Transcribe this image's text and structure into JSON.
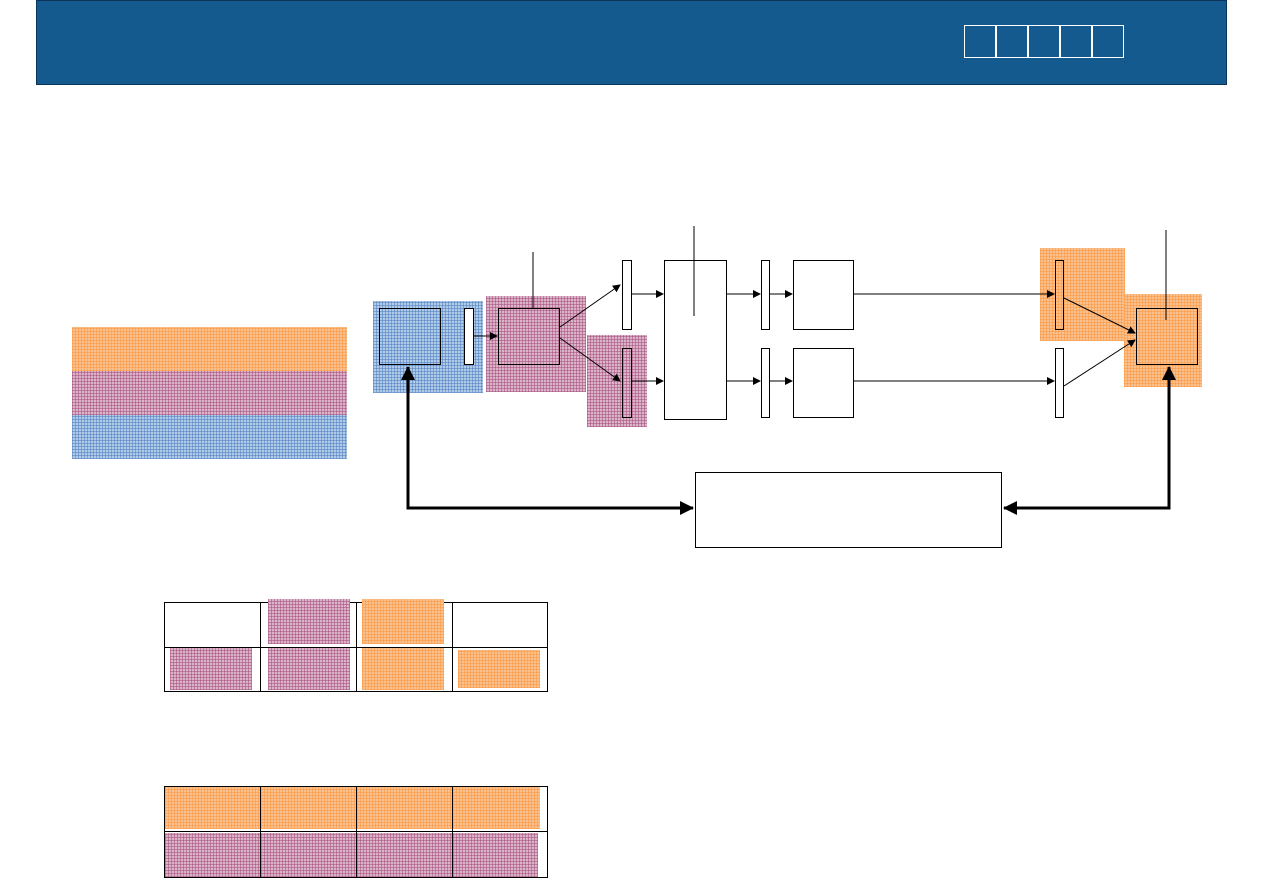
{
  "header": {
    "title": "",
    "nav_boxes": [
      "",
      "",
      "",
      "",
      ""
    ]
  },
  "colors": {
    "header_bg": "#155a8e",
    "orange": "#f9c08f",
    "purple": "#dcb4c8",
    "blue": "#b0cbe8"
  },
  "legend": {
    "items": [
      {
        "color": "orange",
        "label": ""
      },
      {
        "color": "purple",
        "label": ""
      },
      {
        "color": "blue",
        "label": ""
      }
    ]
  },
  "diagram": {
    "controller_label": ""
  },
  "table_top": {
    "rows": [
      [
        {
          "fill": "none"
        },
        {
          "fill": "purple"
        },
        {
          "fill": "orange"
        },
        {
          "fill": "none"
        }
      ],
      [
        {
          "fill": "purple"
        },
        {
          "fill": "purple"
        },
        {
          "fill": "orange"
        },
        {
          "fill": "orange"
        }
      ]
    ]
  },
  "table_bottom": {
    "rows": [
      [
        {
          "fill": "orange"
        },
        {
          "fill": "orange"
        },
        {
          "fill": "orange"
        },
        {
          "fill": "orange"
        }
      ],
      [
        {
          "fill": "purple"
        },
        {
          "fill": "purple"
        },
        {
          "fill": "purple"
        },
        {
          "fill": "purple"
        }
      ]
    ]
  }
}
